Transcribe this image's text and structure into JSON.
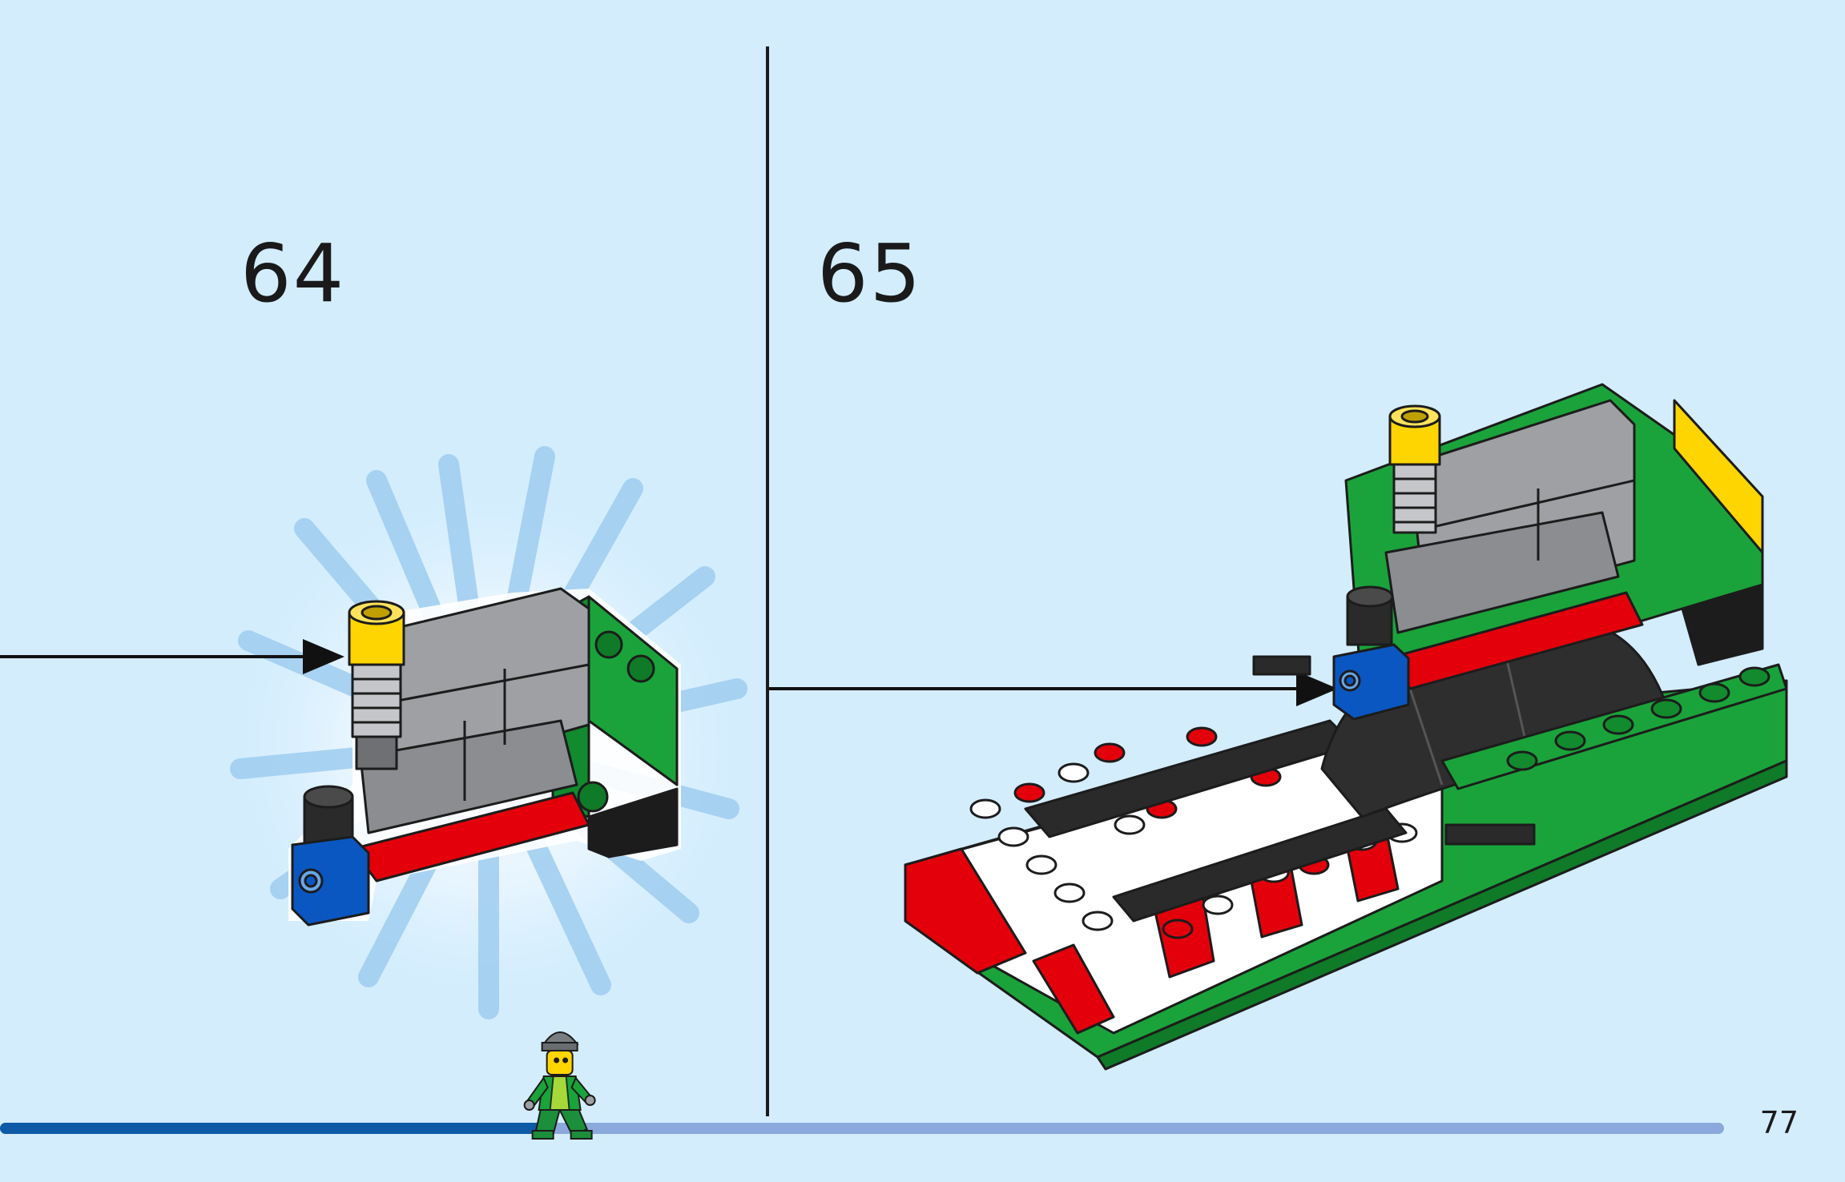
{
  "steps": [
    {
      "number": "64"
    },
    {
      "number": "65"
    }
  ],
  "page_number": "77",
  "progress": {
    "fraction": 0.32
  },
  "icons": {
    "minifig": "running-minifigure-icon",
    "burst": "attention-burst-icon",
    "arrow": "placement-arrow-icon"
  },
  "colors": {
    "background": "#d3edfd",
    "progress_done": "#0d5aa7",
    "progress_remaining": "#8ca9dd",
    "brick_green": "#1aa33a",
    "brick_red": "#e3000b",
    "brick_yellow": "#ffd500",
    "brick_blue": "#0a57c2",
    "brick_gray": "#9ea0a3",
    "brick_black": "#1c1c1c"
  }
}
